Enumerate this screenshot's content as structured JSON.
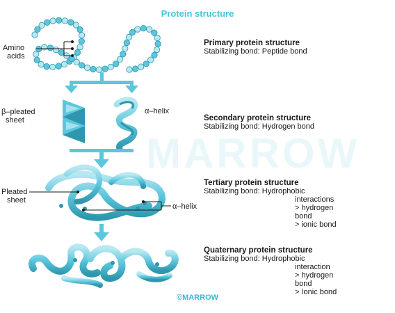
{
  "title": "Protein structure",
  "labels": {
    "amino_acids": [
      "Amino",
      "acids"
    ],
    "beta_sheet": [
      "β–pleated",
      "sheet"
    ],
    "alpha_helix": "α–helix",
    "pleated_sheet": [
      "Pleated",
      "sheet"
    ],
    "alpha_helix_tertiary": "α–helix"
  },
  "levels": [
    {
      "heading": "Primary protein structure",
      "lines": [
        "Stabilizing bond: Peptide bond"
      ]
    },
    {
      "heading": "Secondary protein structure",
      "lines": [
        "Stabilizing bond: Hydrogen bond"
      ]
    },
    {
      "heading": "Tertiary protein structure",
      "lines": [
        "Stabilizing bond: Hydrophobic",
        "interactions",
        "> hydrogen",
        "bond",
        "> ionic bond"
      ]
    },
    {
      "heading": "Quaternary protein structure",
      "lines": [
        "Stabilizing bond: Hydrophobic",
        "interaction",
        "> hydrogen",
        "bond",
        "> Ionic bond"
      ]
    }
  ],
  "watermark": "MARROW",
  "footer": "©MARROW",
  "colors": {
    "title": "#45c4dc",
    "accent": "#5cc6dc",
    "accent_dark": "#2f97ad",
    "accent_light": "#b8e8f2",
    "footer": "#3bb6d0"
  }
}
